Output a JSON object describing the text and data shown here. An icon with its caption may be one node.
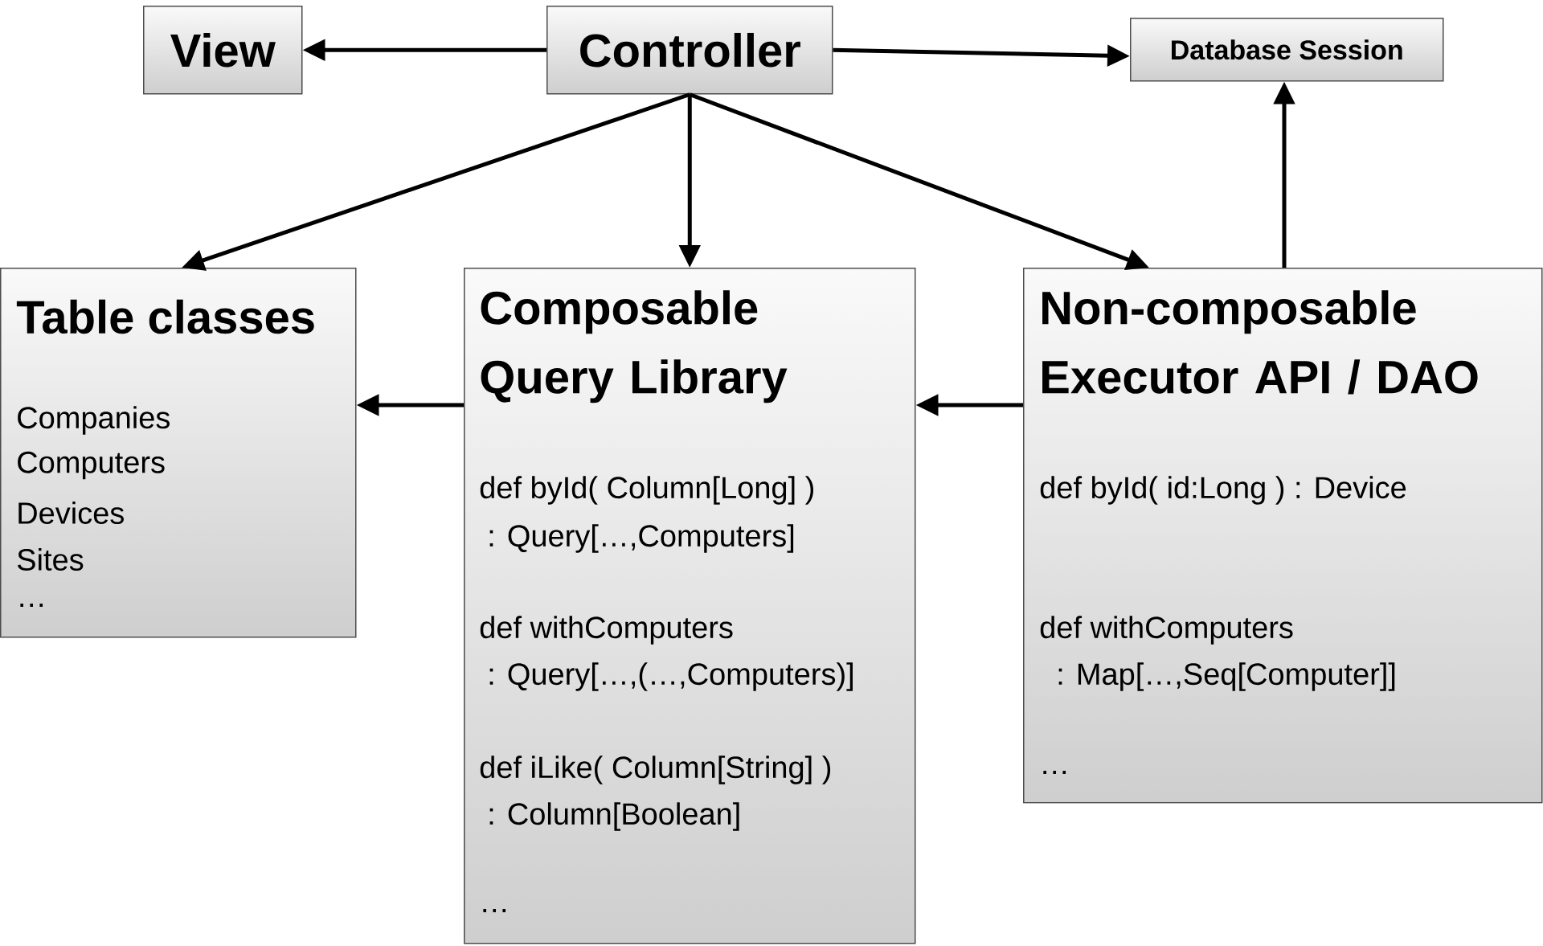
{
  "diagram": {
    "nodes": [
      {
        "text": [
          "View"
        ]
      },
      {
        "text": [
          "Controller"
        ]
      },
      {
        "text": [
          "Database Session"
        ]
      },
      {
        "text": [
          "Table classes",
          "Companies",
          "Computers",
          "Devices",
          "Sites",
          "…"
        ]
      },
      {
        "text": [
          "Composable Query Library",
          "def byId( Column[Long] )",
          ": Query[…,Computers]",
          "def withComputers",
          ": Query[…,(…,Computers)]",
          "def iLike( Column[String] )",
          ": Column[Boolean]",
          "…"
        ]
      },
      {
        "text": [
          "Non-composable Executor API / DAO",
          "def byId( id:Long ) : Device",
          "def withComputers",
          ": Map[…,Seq[Computer]]",
          "…"
        ]
      }
    ],
    "edges": [
      {
        "from": 1,
        "to": 0,
        "arrow": "to"
      },
      {
        "from": 1,
        "to": 2,
        "arrow": "to"
      },
      {
        "from": 1,
        "to": 3,
        "arrow": "to"
      },
      {
        "from": 1,
        "to": 4,
        "arrow": "to"
      },
      {
        "from": 1,
        "to": 5,
        "arrow": "to"
      },
      {
        "from": 5,
        "to": 2,
        "arrow": "to"
      },
      {
        "from": 4,
        "to": 3,
        "arrow": "to"
      },
      {
        "from": 5,
        "to": 4,
        "arrow": "to"
      }
    ]
  }
}
